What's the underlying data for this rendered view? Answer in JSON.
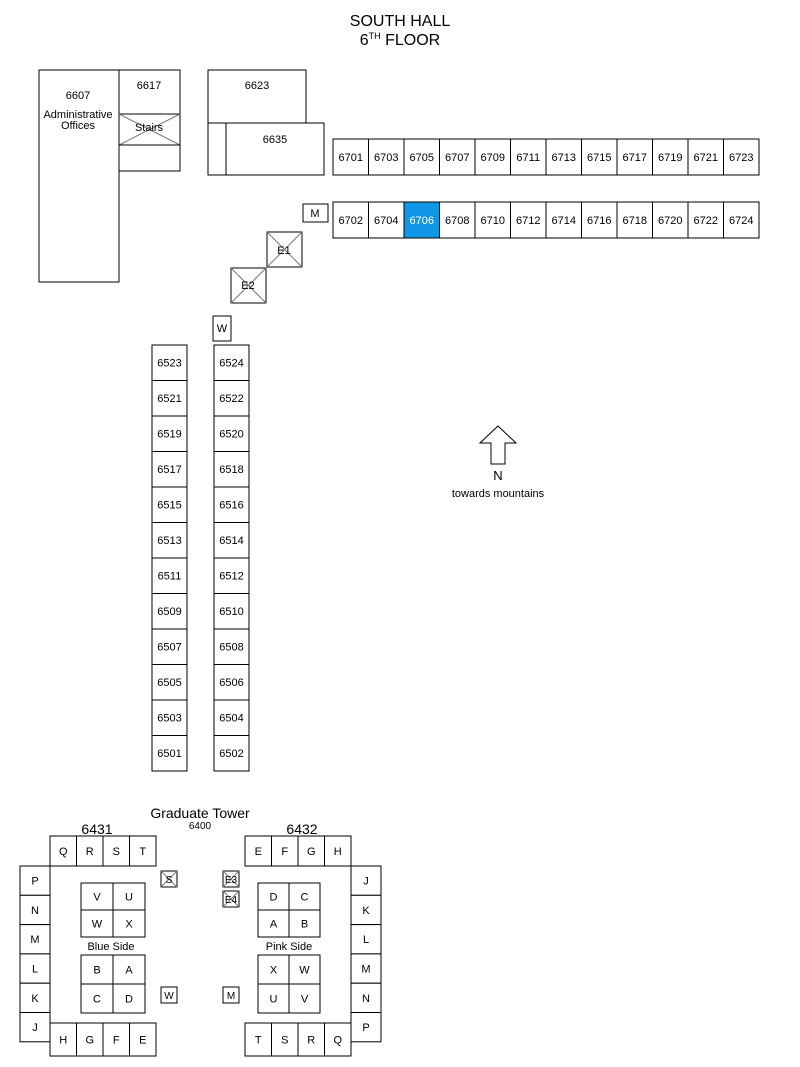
{
  "title": "SOUTH HALL",
  "subtitle_num": "6",
  "subtitle_sup": "TH",
  "subtitle_rest": " FLOOR",
  "highlight_color": "#1196e6",
  "highlighted_room": "6706",
  "admin": {
    "number": "6607",
    "line1": "Administrative",
    "line2": "Offices"
  },
  "rooms_top": {
    "r6617": "6617",
    "stairs": "Stairs",
    "r6623": "6623",
    "r6635": "6635"
  },
  "row_6700_odd": [
    "6701",
    "6703",
    "6705",
    "6707",
    "6709",
    "6711",
    "6713",
    "6715",
    "6717",
    "6719",
    "6721",
    "6723"
  ],
  "row_6700_even": [
    "6702",
    "6704",
    "6706",
    "6708",
    "6710",
    "6712",
    "6714",
    "6716",
    "6718",
    "6720",
    "6722",
    "6724"
  ],
  "labels": {
    "m": "M",
    "e1": "E1",
    "e2": "E2",
    "w": "W"
  },
  "col_6500_odd": [
    "6523",
    "6521",
    "6519",
    "6517",
    "6515",
    "6513",
    "6511",
    "6509",
    "6507",
    "6505",
    "6503",
    "6501"
  ],
  "col_6500_even": [
    "6524",
    "6522",
    "6520",
    "6518",
    "6516",
    "6514",
    "6512",
    "6510",
    "6508",
    "6506",
    "6504",
    "6502"
  ],
  "compass": {
    "letter": "N",
    "caption": "towards mountains"
  },
  "tower": {
    "title": "Graduate Tower",
    "number": "6400",
    "blue": {
      "number": "6431",
      "top_row": [
        "Q",
        "R",
        "S",
        "T"
      ],
      "left_col": [
        "P",
        "N",
        "M",
        "L",
        "K",
        "J"
      ],
      "bottom_row": [
        "H",
        "G",
        "F",
        "E"
      ],
      "pod_upper": [
        "V",
        "U",
        "W",
        "X"
      ],
      "pod_lower": [
        "B",
        "A",
        "C",
        "D"
      ],
      "side_label": "Blue Side",
      "s_label": "S",
      "w_label": "W"
    },
    "pink": {
      "number": "6432",
      "top_row": [
        "E",
        "F",
        "G",
        "H"
      ],
      "right_col": [
        "J",
        "K",
        "L",
        "M",
        "N",
        "P"
      ],
      "bottom_row": [
        "T",
        "S",
        "R",
        "Q"
      ],
      "pod_upper": [
        "D",
        "C",
        "A",
        "B"
      ],
      "pod_lower": [
        "X",
        "W",
        "U",
        "V"
      ],
      "side_label": "Pink Side",
      "e3_label": "E3",
      "e4_label": "E4",
      "m_label": "M"
    }
  }
}
